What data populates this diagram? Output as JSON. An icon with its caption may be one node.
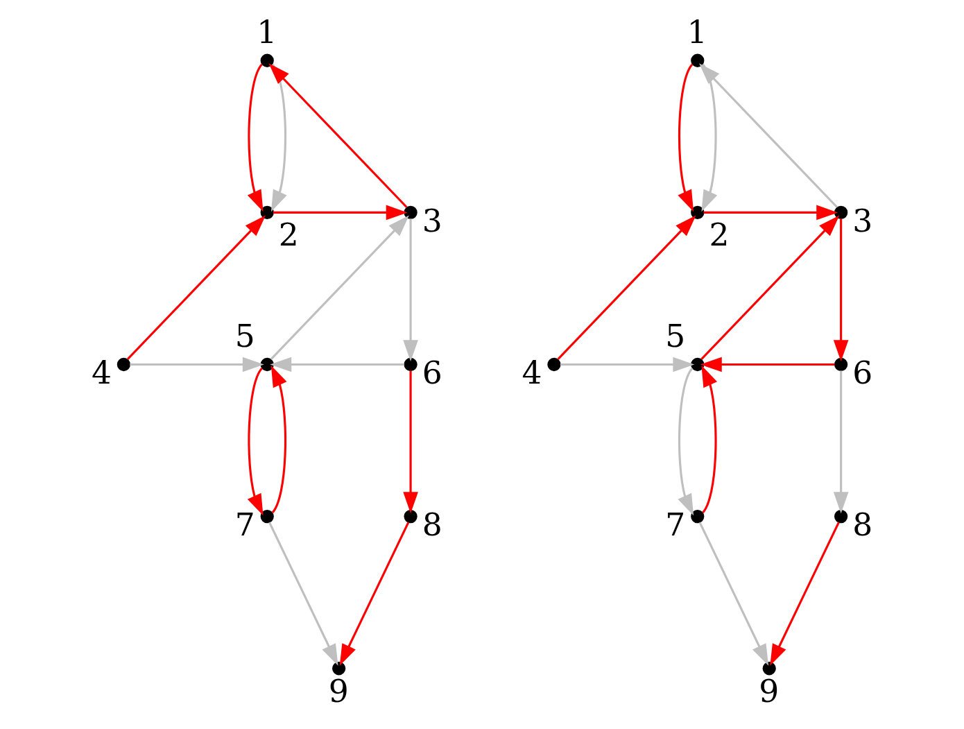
{
  "diagram": {
    "nodes": [
      {
        "text": [],
        "shape": "circle",
        "beside": [
          "1"
        ]
      },
      {
        "text": [],
        "shape": "circle",
        "beside": [
          "2"
        ]
      },
      {
        "text": [],
        "shape": "circle",
        "beside": [
          "3"
        ]
      },
      {
        "text": [],
        "shape": "circle",
        "beside": [
          "4"
        ]
      },
      {
        "text": [],
        "shape": "circle",
        "beside": [
          "5"
        ]
      },
      {
        "text": [],
        "shape": "circle",
        "beside": [
          "6"
        ]
      },
      {
        "text": [],
        "shape": "circle",
        "beside": [
          "7"
        ]
      },
      {
        "text": [],
        "shape": "circle",
        "beside": [
          "8"
        ]
      },
      {
        "text": [],
        "shape": "circle",
        "beside": [
          "9"
        ]
      },
      {
        "text": [],
        "shape": "circle",
        "beside": [
          "1"
        ]
      },
      {
        "text": [],
        "shape": "circle",
        "beside": [
          "2"
        ]
      },
      {
        "text": [],
        "shape": "circle",
        "beside": [
          "3"
        ]
      },
      {
        "text": [],
        "shape": "circle",
        "beside": [
          "4"
        ]
      },
      {
        "text": [],
        "shape": "circle",
        "beside": [
          "5"
        ]
      },
      {
        "text": [],
        "shape": "circle",
        "beside": [
          "6"
        ]
      },
      {
        "text": [],
        "shape": "circle",
        "beside": [
          "7"
        ]
      },
      {
        "text": [],
        "shape": "circle",
        "beside": [
          "8"
        ]
      },
      {
        "text": [],
        "shape": "circle",
        "beside": [
          "9"
        ]
      }
    ],
    "edges": [
      {
        "from": 0,
        "to": 1,
        "arrow": "to"
      },
      {
        "from": 0,
        "to": 1,
        "arrow": "to",
        "color": "#bfbfbf"
      },
      {
        "from": 2,
        "to": 0,
        "arrow": "to"
      },
      {
        "from": 1,
        "to": 2,
        "arrow": "to"
      },
      {
        "from": 3,
        "to": 1,
        "arrow": "to"
      },
      {
        "from": 4,
        "to": 2,
        "arrow": "to",
        "color": "#bfbfbf"
      },
      {
        "from": 2,
        "to": 5,
        "arrow": "to",
        "color": "#bfbfbf"
      },
      {
        "from": 3,
        "to": 4,
        "arrow": "to",
        "color": "#bfbfbf"
      },
      {
        "from": 5,
        "to": 4,
        "arrow": "to",
        "color": "#bfbfbf"
      },
      {
        "from": 4,
        "to": 6,
        "arrow": "to"
      },
      {
        "from": 6,
        "to": 4,
        "arrow": "to"
      },
      {
        "from": 5,
        "to": 7,
        "arrow": "to"
      },
      {
        "from": 6,
        "to": 8,
        "arrow": "to",
        "color": "#bfbfbf"
      },
      {
        "from": 7,
        "to": 8,
        "arrow": "to"
      },
      {
        "from": 9,
        "to": 10,
        "arrow": "to"
      },
      {
        "from": 9,
        "to": 10,
        "arrow": "to",
        "color": "#bfbfbf"
      },
      {
        "from": 11,
        "to": 9,
        "arrow": "to",
        "color": "#bfbfbf"
      },
      {
        "from": 10,
        "to": 11,
        "arrow": "to"
      },
      {
        "from": 12,
        "to": 10,
        "arrow": "to"
      },
      {
        "from": 13,
        "to": 11,
        "arrow": "to"
      },
      {
        "from": 11,
        "to": 14,
        "arrow": "to"
      },
      {
        "from": 12,
        "to": 13,
        "arrow": "to",
        "color": "#bfbfbf"
      },
      {
        "from": 14,
        "to": 13,
        "arrow": "to"
      },
      {
        "from": 13,
        "to": 15,
        "arrow": "to",
        "color": "#bfbfbf"
      },
      {
        "from": 15,
        "to": 13,
        "arrow": "to"
      },
      {
        "from": 14,
        "to": 16,
        "arrow": "to",
        "color": "#bfbfbf"
      },
      {
        "from": 15,
        "to": 17,
        "arrow": "to",
        "color": "#bfbfbf"
      },
      {
        "from": 16,
        "to": 17,
        "arrow": "to"
      }
    ]
  }
}
